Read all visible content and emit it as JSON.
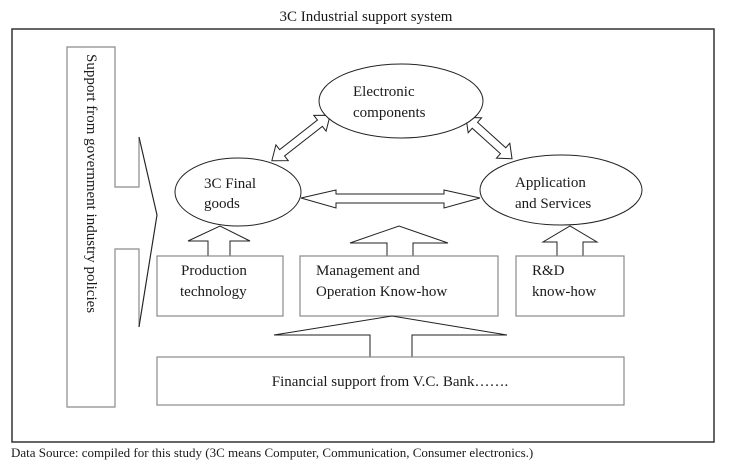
{
  "title": "3C Industrial support system",
  "caption": "Data Source: compiled for this study (3C means Computer, Communication, Consumer electronics.)",
  "government": {
    "label": "Support from government industry policies"
  },
  "nodes": {
    "electronic_components": {
      "line1": "Electronic",
      "line2": "components"
    },
    "final_goods": {
      "line1": "3C Final",
      "line2": "goods"
    },
    "application_services": {
      "line1": "Application",
      "line2": "and Services"
    }
  },
  "supports": {
    "production": {
      "line1": "Production",
      "line2": "technology"
    },
    "management": {
      "line1": "Management and",
      "line2": "Operation Know-how"
    },
    "rnd": {
      "line1": "R&D",
      "line2": "know-how"
    },
    "financial": {
      "label": "Financial support from V.C. Bank……."
    }
  },
  "edges": [
    {
      "from": "final_goods",
      "to": "electronic_components",
      "type": "bidirectional"
    },
    {
      "from": "electronic_components",
      "to": "application_services",
      "type": "bidirectional"
    },
    {
      "from": "final_goods",
      "to": "application_services",
      "type": "bidirectional"
    },
    {
      "from": "production",
      "to": "final_goods",
      "type": "up-arrow"
    },
    {
      "from": "management",
      "to": "center",
      "type": "up-arrow"
    },
    {
      "from": "rnd",
      "to": "application_services",
      "type": "up-arrow"
    },
    {
      "from": "financial",
      "to": "management",
      "type": "up-arrow"
    },
    {
      "from": "government",
      "to": "system",
      "type": "right-arrow"
    }
  ]
}
